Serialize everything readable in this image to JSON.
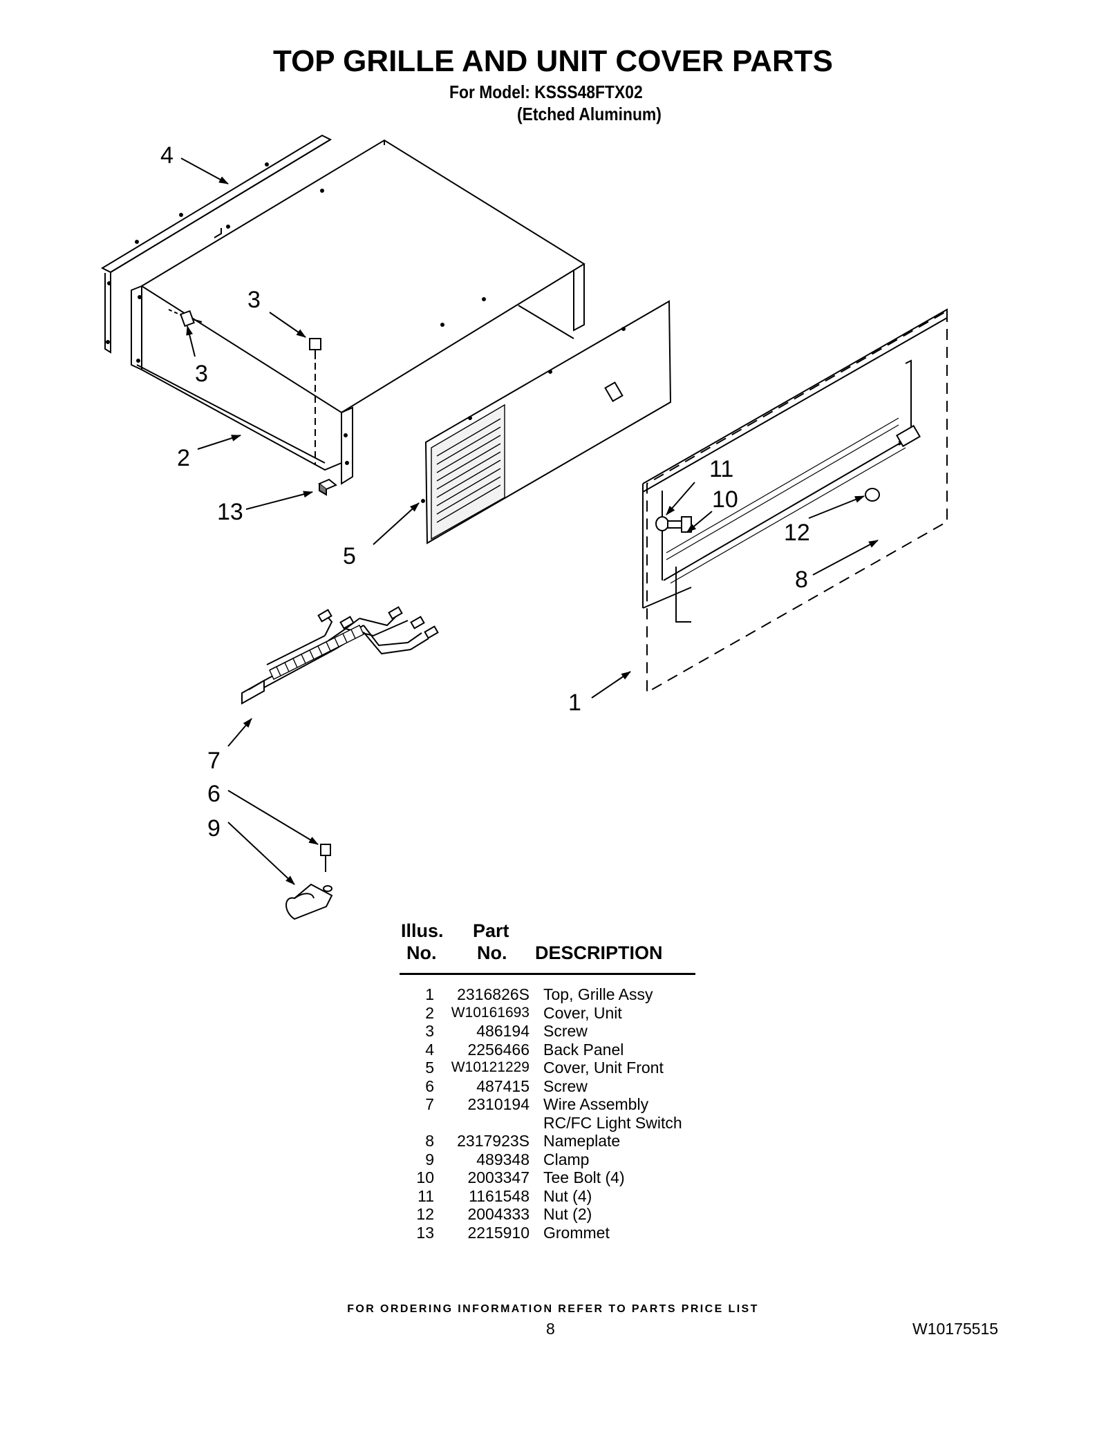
{
  "header": {
    "title": "TOP GRILLE AND UNIT COVER PARTS",
    "model_line": "For Model: KSSS48FTX02",
    "finish_line": "(Etched Aluminum)"
  },
  "callouts": {
    "c1": "1",
    "c2": "2",
    "c3a": "3",
    "c3b": "3",
    "c4": "4",
    "c5": "5",
    "c6": "6",
    "c7": "7",
    "c8": "8",
    "c9": "9",
    "c10": "10",
    "c11": "11",
    "c12": "12",
    "c13": "13"
  },
  "parts_table": {
    "headers": {
      "illus_line1": "Illus.",
      "illus_line2": "No.",
      "part_line1": "Part",
      "part_line2": "No.",
      "description": "DESCRIPTION"
    },
    "rows": [
      {
        "num": "1",
        "part": "2316826S",
        "desc": "Top, Grille Assy"
      },
      {
        "num": "2",
        "part": "W10161693",
        "desc": "Cover, Unit"
      },
      {
        "num": "3",
        "part": "486194",
        "desc": "Screw"
      },
      {
        "num": "4",
        "part": "2256466",
        "desc": "Back Panel"
      },
      {
        "num": "5",
        "part": "W10121229",
        "desc": "Cover, Unit Front"
      },
      {
        "num": "6",
        "part": "487415",
        "desc": "Screw"
      },
      {
        "num": "7",
        "part": "2310194",
        "desc": "Wire Assembly",
        "desc2": "RC/FC Light Switch"
      },
      {
        "num": "8",
        "part": "2317923S",
        "desc": "Nameplate"
      },
      {
        "num": "9",
        "part": "489348",
        "desc": "Clamp"
      },
      {
        "num": "10",
        "part": "2003347",
        "desc": "Tee Bolt (4)"
      },
      {
        "num": "11",
        "part": "1161548",
        "desc": "Nut (4)"
      },
      {
        "num": "12",
        "part": "2004333",
        "desc": "Nut (2)"
      },
      {
        "num": "13",
        "part": "2215910",
        "desc": "Grommet"
      }
    ]
  },
  "footer": {
    "ordering_note": "FOR ORDERING INFORMATION REFER TO PARTS PRICE LIST",
    "page_number": "8",
    "document_number": "W10175515"
  }
}
